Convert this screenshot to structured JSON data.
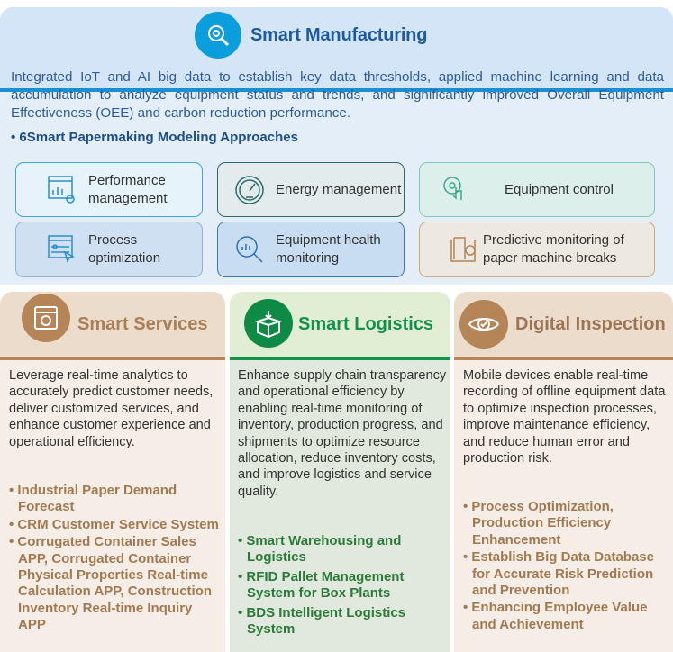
{
  "manufacturing": {
    "title": "Smart Manufacturing",
    "icon": "wrench-gear-icon",
    "description": "Integrated IoT and AI big data to establish key data thresholds, applied machine learning and data accumulation to analyze equipment status and trends, and significantly improved Overall Equipment Effectiveness (OEE) and carbon reduction performance.",
    "subheading": "• 6Smart Papermaking Modeling Approaches",
    "cards": [
      {
        "label": "Performance management",
        "icon": "dashboard-chart-gear-icon"
      },
      {
        "label": "Energy management",
        "icon": "gauge-icon"
      },
      {
        "label": "Equipment control",
        "icon": "gear-hand-icon"
      },
      {
        "label": "Process optimization",
        "icon": "window-slider-cursor-icon"
      },
      {
        "label": "Equipment health monitoring",
        "icon": "magnifier-chart-icon"
      },
      {
        "label": "Predictive monitoring of paper machine breaks",
        "icon": "book-gear-icon"
      }
    ]
  },
  "columns": [
    {
      "title": "Smart Services",
      "icon": "browser-gear-icon",
      "color": "#b58457",
      "text": "Leverage real-time analytics to accurately predict customer needs, deliver customized services, and enhance customer experience and operational efficiency.",
      "bullets": [
        "Industrial Paper Demand Forecast",
        "CRM Customer Service System",
        "Corrugated Container Sales APP, Corrugated Container Physical Properties Real-time Calculation APP, Construction Inventory Real-time Inquiry APP"
      ]
    },
    {
      "title": "Smart Logistics",
      "icon": "box-arrow-icon",
      "color": "#0f8a45",
      "text": "Enhance supply chain transparency and operational efficiency by enabling real-time monitoring of inventory, production progress, and shipments to optimize resource allocation, reduce inventory costs, and improve logistics and service quality.",
      "bullets": [
        "Smart Warehousing and Logistics",
        "RFID Pallet Management System for Box Plants",
        "BDS Intelligent Logistics System"
      ]
    },
    {
      "title": "Digital Inspection",
      "icon": "eye-check-icon",
      "color": "#b58457",
      "text": "Mobile devices enable real-time recording of offline equipment data to optimize inspection processes, improve maintenance efficiency, and reduce human error and production risk.",
      "bullets": [
        "Process Optimization, Production Efficiency Enhancement",
        "Establish Big Data Database for Accurate Risk Prediction and Prevention",
        "Enhancing Employee Value and Achievement"
      ]
    }
  ]
}
